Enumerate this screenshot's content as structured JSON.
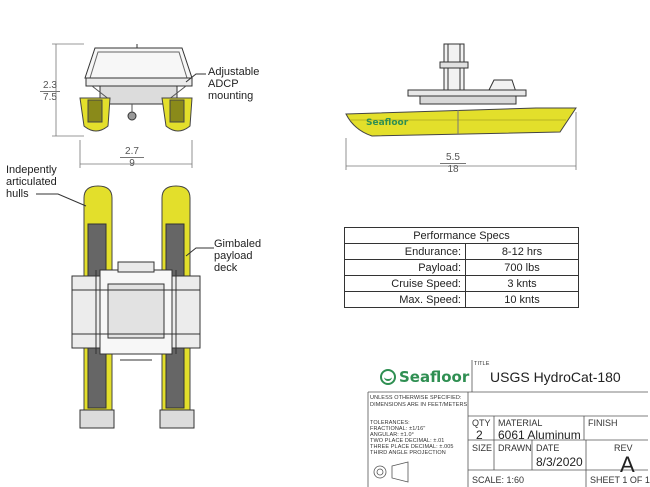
{
  "callouts": {
    "adcp": [
      "Adjustable",
      "ADCP",
      "mounting"
    ],
    "hulls": [
      "Indepently",
      "articulated",
      "hulls"
    ],
    "deck": [
      "Gimbaled",
      "payload",
      "deck"
    ]
  },
  "dimensions": {
    "front_height": [
      "2.3",
      "7.5"
    ],
    "front_width": [
      "2.7",
      "9"
    ],
    "side_length": [
      "5.5",
      "18"
    ]
  },
  "hull_logo": "Seafloor",
  "specs": {
    "title": "Performance Specs",
    "rows": [
      {
        "label": "Endurance:",
        "value": "8-12 hrs"
      },
      {
        "label": "Payload:",
        "value": "700 lbs"
      },
      {
        "label": "Cruise Speed:",
        "value": "3 knts"
      },
      {
        "label": "Max. Speed:",
        "value": "10 knts"
      }
    ]
  },
  "title_block": {
    "title_label": "TITLE",
    "logo_text": "Seafloor",
    "drawing_title": "USGS HydroCat-180",
    "notes": [
      "UNLESS OTHERWISE SPECIFIED:",
      "DIMENSIONS ARE IN FEET/METERS"
    ],
    "tolerances": [
      "TOLERANCES:",
      "FRACTIONAL: ±1/16\"",
      "ANGULAR: ±1.0°",
      "TWO PLACE DECIMAL: ±.01",
      "THREE PLACE DECIMAL: ±.005",
      "THIRD ANGLE PROJECTION"
    ],
    "qty_label": "QTY",
    "qty": "2",
    "material_label": "MATERIAL",
    "material": "6061 Aluminum",
    "finish_label": "FINISH",
    "size_label": "SIZE",
    "drawn_label": "DRAWN",
    "date_label": "DATE",
    "date": "8/3/2020",
    "rev_label": "REV",
    "rev": "A",
    "scale": "SCALE: 1:60",
    "sheet": "SHEET 1 OF 1"
  },
  "colors": {
    "hull_yellow": "#e3df2b",
    "hull_dark": "#8a8a1a",
    "outline": "#333333",
    "logo_green": "#2f8f52"
  }
}
